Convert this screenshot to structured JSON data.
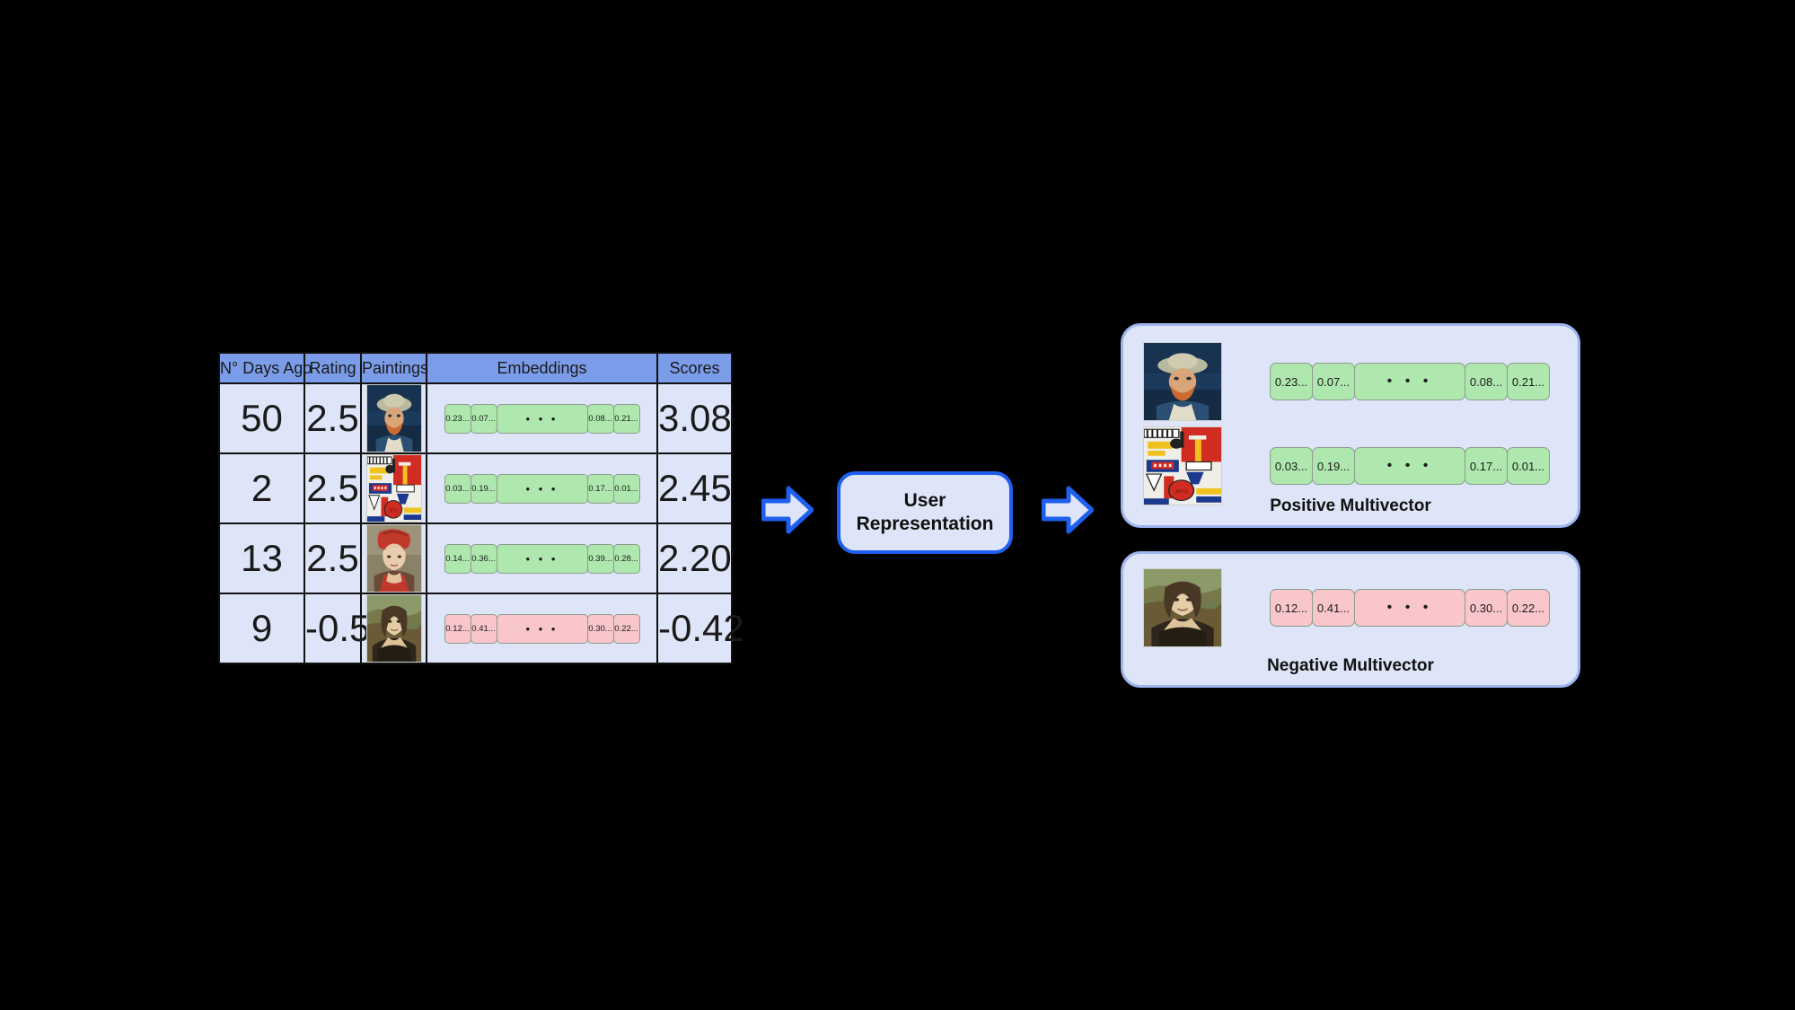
{
  "background_color": "#000000",
  "accent_color": "#1f5fef",
  "header_color": "#7b9ce8",
  "cell_color": "#dee5f8",
  "positive_color": "#aee8ae",
  "negative_color": "#f8c6cb",
  "table": {
    "columns": [
      {
        "key": "days",
        "label": "N° Days Ago"
      },
      {
        "key": "rating",
        "label": "Rating"
      },
      {
        "key": "paintings",
        "label": "Paintings"
      },
      {
        "key": "embeddings",
        "label": "Embeddings"
      },
      {
        "key": "scores",
        "label": "Scores"
      }
    ],
    "rows": [
      {
        "days": "50",
        "rating": "2.5",
        "painting": "van-gogh-self-portrait-grey-felt-hat",
        "embedding": {
          "polarity": "positive",
          "values": [
            "0.23...",
            "0.07...",
            "0.08...",
            "0.21..."
          ],
          "ellipsis": "• • •"
        },
        "score": "3.08"
      },
      {
        "days": "2",
        "rating": "2.5",
        "painting": "cubist-musical-instruments-composition",
        "embedding": {
          "polarity": "positive",
          "values": [
            "0.03...",
            "0.19...",
            "0.17...",
            "0.01..."
          ],
          "ellipsis": "• • •"
        },
        "score": "2.45"
      },
      {
        "days": "13",
        "rating": "2.5",
        "painting": "woman-in-red-turban-portrait",
        "embedding": {
          "polarity": "positive",
          "values": [
            "0.14...",
            "0.36...",
            "0.39...",
            "0.28..."
          ],
          "ellipsis": "• • •"
        },
        "score": "2.20"
      },
      {
        "days": "9",
        "rating": "-0.5",
        "painting": "mona-lisa",
        "embedding": {
          "polarity": "negative",
          "values": [
            "0.12...",
            "0.41...",
            "0.30...",
            "0.22..."
          ],
          "ellipsis": "• • •"
        },
        "score": "-0.42"
      }
    ]
  },
  "user_representation": {
    "label": "User\nRepresentation",
    "label_line1": "User",
    "label_line2": "Representation"
  },
  "arrows": {
    "left": "arrow-right-icon",
    "right": "arrow-right-icon"
  },
  "positive_panel": {
    "label": "Positive Multivector",
    "rows": [
      {
        "painting": "van-gogh-self-portrait-grey-felt-hat",
        "values": [
          "0.23...",
          "0.07...",
          "0.08...",
          "0.21..."
        ],
        "ellipsis": "• • •"
      },
      {
        "painting": "cubist-musical-instruments-composition",
        "values": [
          "0.03...",
          "0.19...",
          "0.17...",
          "0.01..."
        ],
        "ellipsis": "• • •"
      }
    ]
  },
  "negative_panel": {
    "label": "Negative Multivector",
    "rows": [
      {
        "painting": "mona-lisa",
        "values": [
          "0.12...",
          "0.41...",
          "0.30...",
          "0.22..."
        ],
        "ellipsis": "• • •"
      }
    ]
  }
}
